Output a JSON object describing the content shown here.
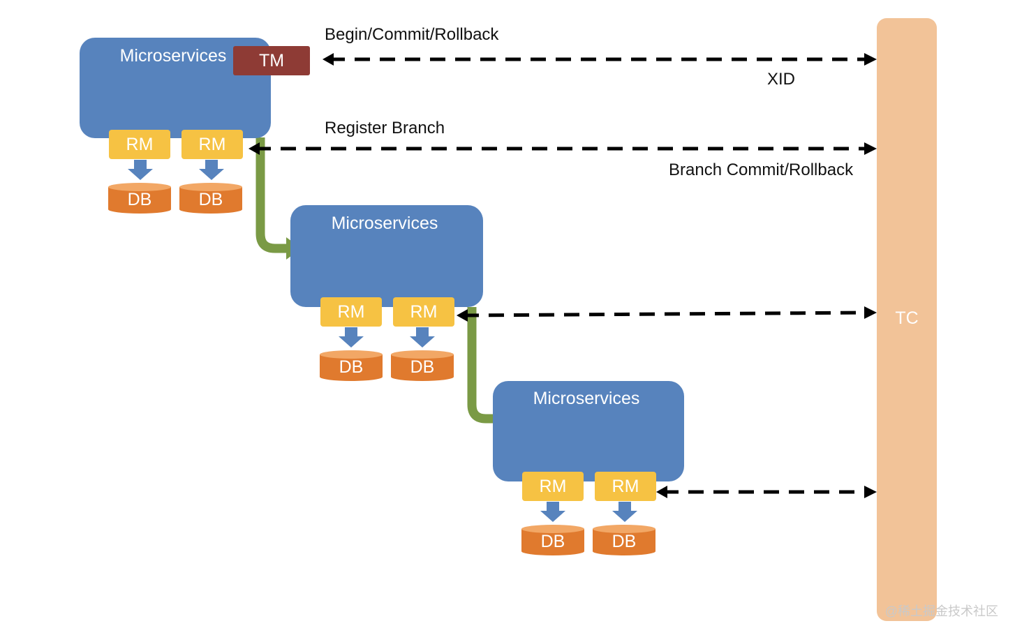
{
  "tm": {
    "label": "TM"
  },
  "tc": {
    "label": "TC"
  },
  "services": [
    {
      "label": "Microservices",
      "rm": [
        "RM",
        "RM"
      ],
      "db": [
        "DB",
        "DB"
      ]
    },
    {
      "label": "Microservices",
      "rm": [
        "RM",
        "RM"
      ],
      "db": [
        "DB",
        "DB"
      ]
    },
    {
      "label": "Microservices",
      "rm": [
        "RM",
        "RM"
      ],
      "db": [
        "DB",
        "DB"
      ]
    }
  ],
  "edges": {
    "begin_commit_rollback": "Begin/Commit/Rollback",
    "xid": "XID",
    "register_branch": "Register Branch",
    "branch_commit_rollback": "Branch Commit/Rollback"
  },
  "watermark": "@稀土掘金技术社区",
  "colors": {
    "microservice": "#5783bd",
    "tm": "#8e3b35",
    "rm": "#f6c243",
    "db": "#e07a2e",
    "tc": "#f2c398",
    "call_arrow": "#7a9a45",
    "rm_to_db_arrow": "#5783bd"
  }
}
